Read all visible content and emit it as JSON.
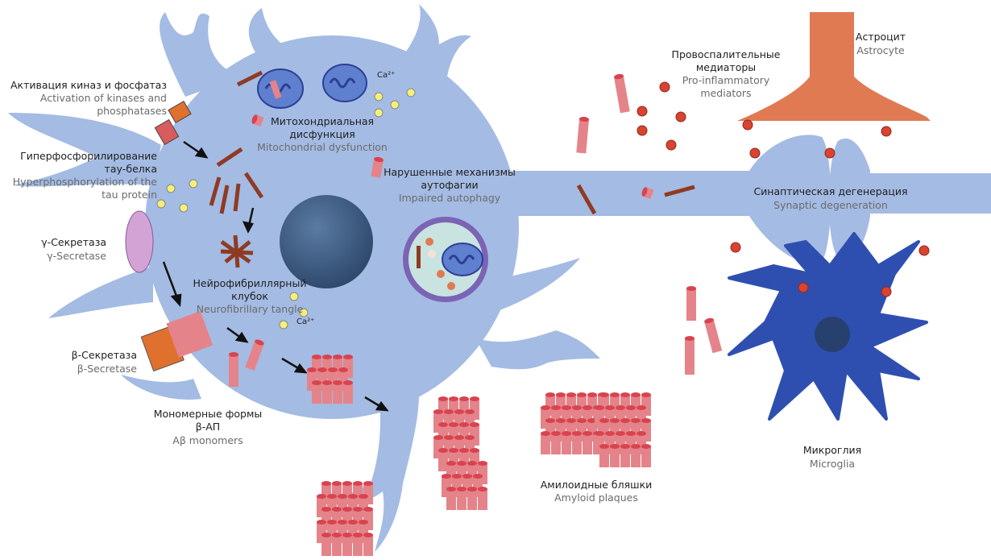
{
  "colors": {
    "cell": "#a4bbe3",
    "nucleus": "#3b5a80",
    "astrocyte": "#e07a52",
    "microglia": "#2f4fb0",
    "mediator": "#d9432f",
    "amyloid": "#e4848a",
    "tau": "#8e3b23",
    "calcium": "#f4f07a"
  },
  "labels": {
    "kinases": {
      "ru": "Активация киназ и фосфатаз",
      "en1": "Activation of kinases and",
      "en2": "phosphatases"
    },
    "hyperphos": {
      "ru1": "Гиперфосфорилирование",
      "ru2": "тау-белка",
      "en1": "Hyperphosphorylation of the",
      "en2": "tau protein"
    },
    "gamma": {
      "ru": "γ-Секретаза",
      "en": "γ-Secretase"
    },
    "beta": {
      "ru": "β-Секретаза",
      "en": "β-Secretase"
    },
    "monomers": {
      "ru1": "Мономерные формы",
      "ru2": "β-АП",
      "en": "Aβ monomers"
    },
    "tangle": {
      "ru1": "Нейрофибриллярный",
      "ru2": "клубок",
      "en": "Neurofibrillary tangle"
    },
    "mito": {
      "ru1": "Митохондриальная",
      "ru2": "дисфункция",
      "en": "Mitochondrial dysfunction"
    },
    "autophagy": {
      "ru1": "Нарушенные механизмы",
      "ru2": "аутофагии",
      "en": "Impaired autophagy"
    },
    "calcium": "Ca²⁺",
    "mediators": {
      "ru1": "Провоспалительные",
      "ru2": "медиаторы",
      "en1": "Pro-inflammatory",
      "en2": "mediators"
    },
    "astrocyte": {
      "ru": "Астроцит",
      "en": "Astrocyte"
    },
    "synaptic": {
      "ru": "Синаптическая дегенерация",
      "en": "Synaptic degeneration"
    },
    "plaques": {
      "ru": "Амилоидные бляшки",
      "en": "Amyloid plaques"
    },
    "microglia": {
      "ru": "Микроглия",
      "en": "Microglia"
    }
  }
}
